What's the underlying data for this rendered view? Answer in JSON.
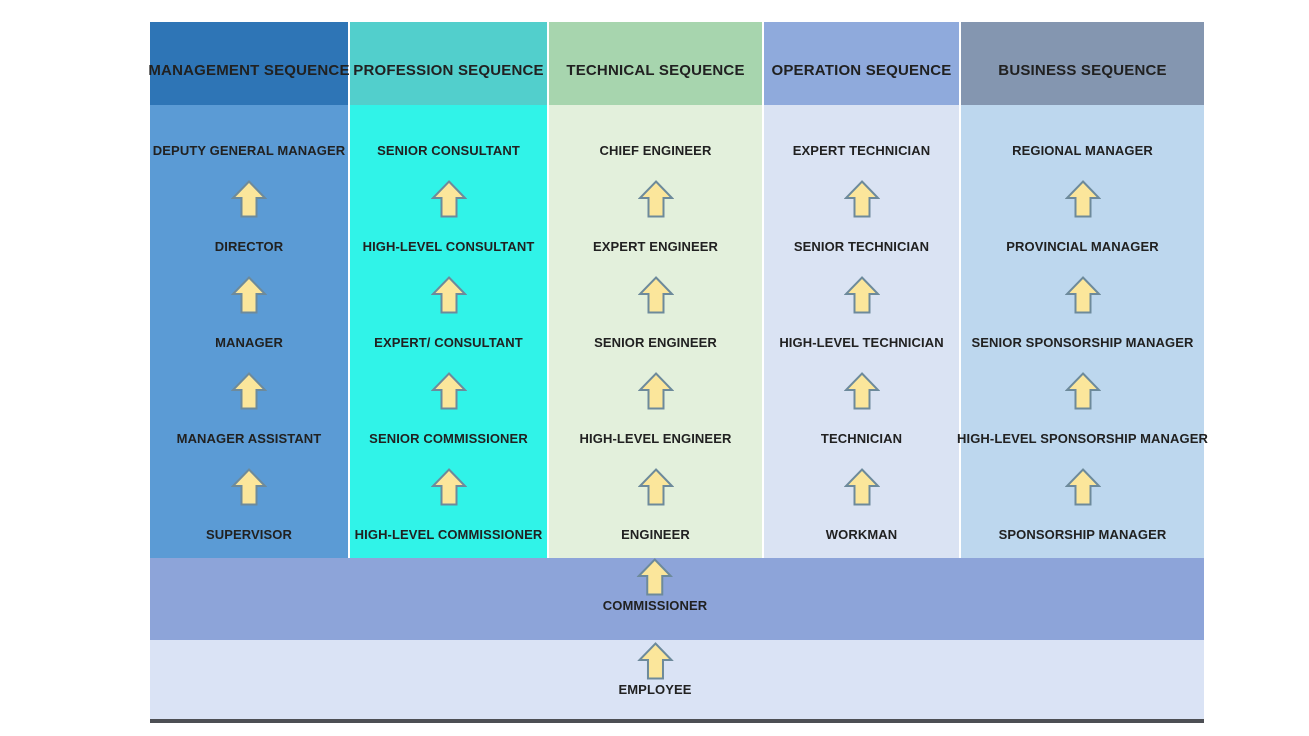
{
  "diagram": {
    "colors": {
      "text": "#212121",
      "page_background": "#ffffff",
      "column_gap": "#ffffff",
      "baseline_bar": "#4d4f54"
    },
    "arrow": {
      "name": "up-arrow",
      "fill": "#fbe69b",
      "stroke": "#6d8a9b"
    },
    "columns": [
      {
        "header": "MANAGEMENT SEQUENCE",
        "header_color": "#2e75b6",
        "body_color": "#5b9bd5",
        "levels": [
          "DEPUTY GENERAL MANAGER",
          "DIRECTOR",
          "MANAGER",
          "MANAGER ASSISTANT",
          "SUPERVISOR"
        ]
      },
      {
        "header": "PROFESSION SEQUENCE",
        "header_color": "#52cfcc",
        "body_color": "#30f3e8",
        "levels": [
          "SENIOR CONSULTANT",
          "HIGH-LEVEL CONSULTANT",
          "EXPERT/ CONSULTANT",
          "SENIOR COMMISSIONER",
          "HIGH-LEVEL COMMISSIONER"
        ]
      },
      {
        "header": "TECHNICAL SEQUENCE",
        "header_color": "#a7d5ae",
        "body_color": "#e3f0dc",
        "levels": [
          "CHIEF ENGINEER",
          "EXPERT ENGINEER",
          "SENIOR ENGINEER",
          "HIGH-LEVEL ENGINEER",
          "ENGINEER"
        ]
      },
      {
        "header": "OPERATION SEQUENCE",
        "header_color": "#8faadc",
        "body_color": "#dae3f3",
        "levels": [
          "EXPERT TECHNICIAN",
          "SENIOR TECHNICIAN",
          "HIGH-LEVEL TECHNICIAN",
          "TECHNICIAN",
          "WORKMAN"
        ]
      },
      {
        "header": "BUSINESS SEQUENCE",
        "header_color": "#8496b0",
        "body_color": "#bdd7ee",
        "levels": [
          "REGIONAL MANAGER",
          "PROVINCIAL MANAGER",
          "SENIOR SPONSORSHIP MANAGER",
          "HIGH-LEVEL SPONSORSHIP MANAGER",
          "SPONSORSHIP MANAGER"
        ]
      }
    ],
    "base_bands": [
      {
        "label": "COMMISSIONER",
        "color": "#8da4d9"
      },
      {
        "label": "EMPLOYEE",
        "color": "#dae3f5"
      }
    ]
  }
}
